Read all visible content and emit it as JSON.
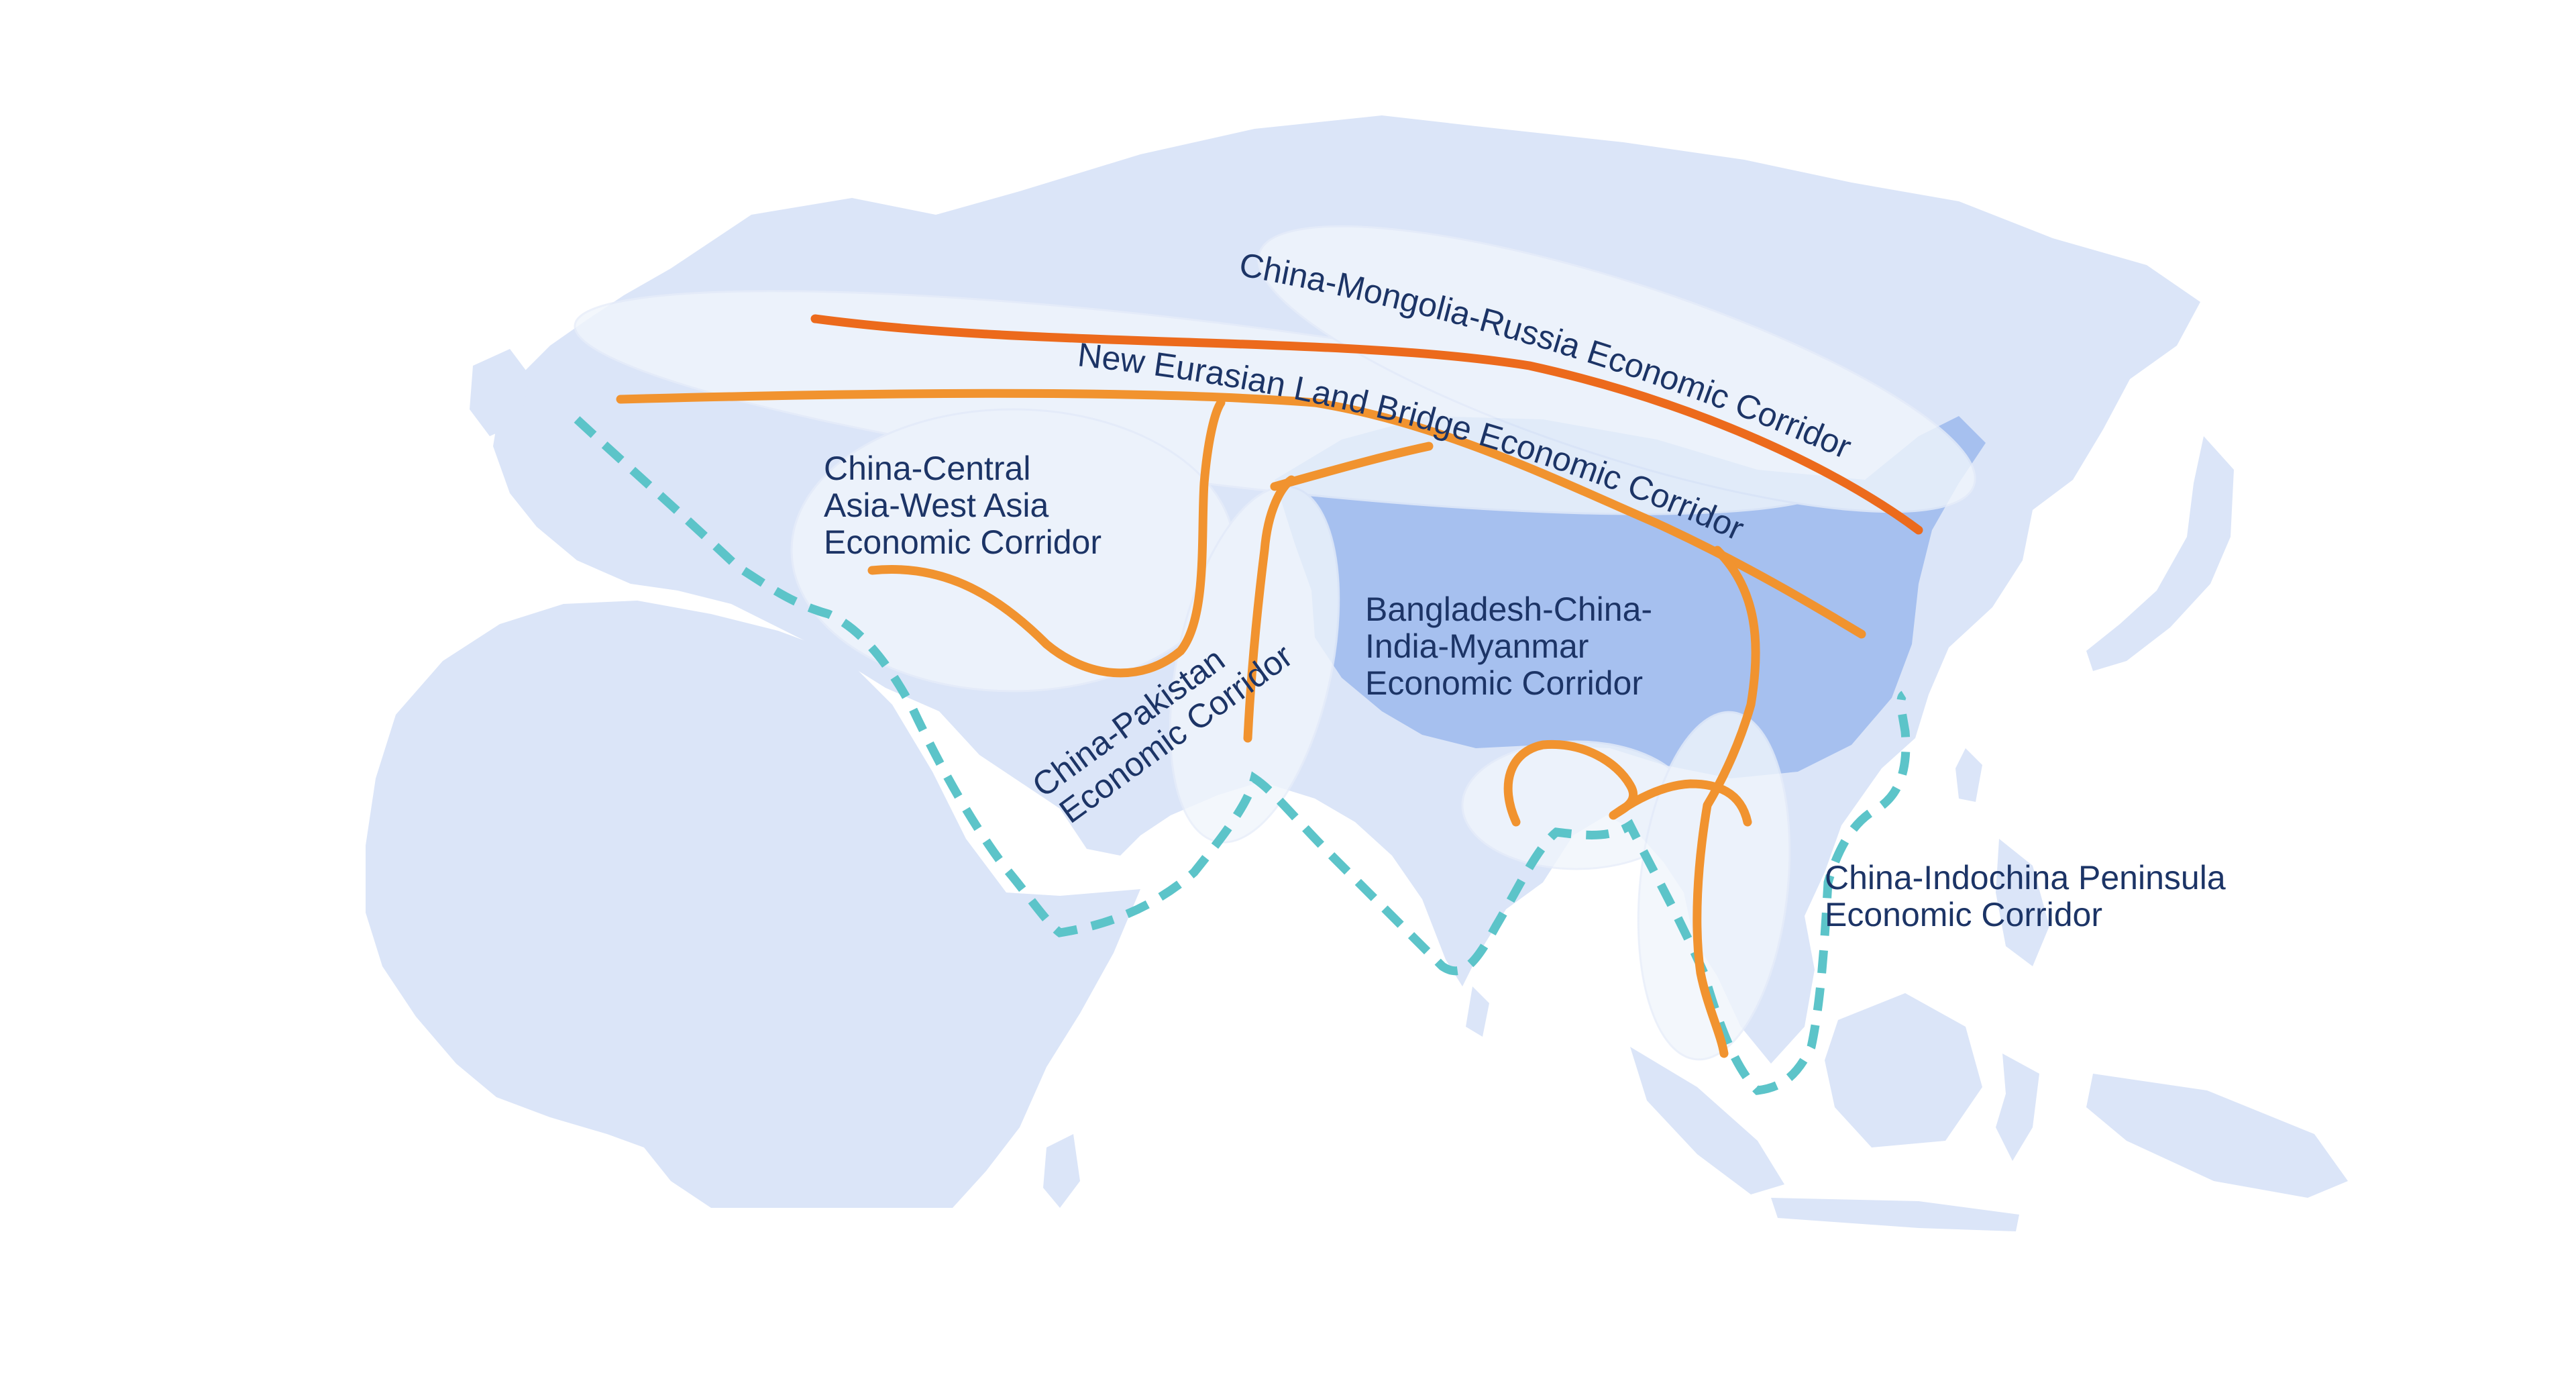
{
  "colors": {
    "background": "#ffffff",
    "land": "#dbe5f8",
    "china_region": "#a6c0ef",
    "corridor_zone": "#f1f5fc",
    "orange_route": "#f1932f",
    "red_route": "#ec6a1c",
    "maritime_route": "#5cc4c9",
    "label_text": "#1c3466"
  },
  "corridors": [
    {
      "id": "cmr",
      "label": "China-Mongolia-Russia Economic Corridor",
      "route_style": "solid",
      "color_role": "red_route"
    },
    {
      "id": "nelb",
      "label": "New Eurasian Land Bridge Economic Corridor",
      "route_style": "solid",
      "color_role": "orange_route"
    },
    {
      "id": "ccawa",
      "label_lines": [
        "China-Central",
        "Asia-West Asia",
        "Economic Corridor"
      ],
      "route_style": "solid",
      "color_role": "orange_route"
    },
    {
      "id": "cp",
      "label_lines": [
        "China-Pakistan",
        "Economic Corridor"
      ],
      "route_style": "solid",
      "color_role": "orange_route"
    },
    {
      "id": "bcim",
      "label_lines": [
        "Bangladesh-China-",
        "India-Myanmar",
        "Economic Corridor"
      ],
      "route_style": "solid",
      "color_role": "orange_route"
    },
    {
      "id": "cicp",
      "label_lines": [
        "China-Indochina Peninsula",
        "Economic Corridor"
      ],
      "route_style": "solid",
      "color_role": "orange_route"
    }
  ],
  "maritime_route": {
    "route_style": "dashed",
    "color_role": "maritime_route"
  }
}
